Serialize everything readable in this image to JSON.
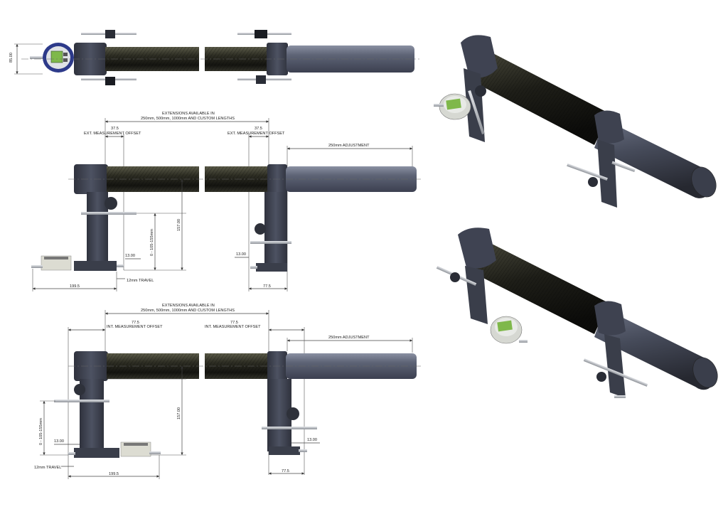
{
  "labels": {
    "top_height": "85.00",
    "ext_note_1": "EXTENSIONS AVAILABLE IN",
    "ext_note_2": "250mm, 500mm, 1000mm AND CUSTOM LENGTHS",
    "ext_offset_value": "37.5",
    "ext_offset_label": "EXT. MEASUREMENT OFFSET",
    "adjust_label": "250mm ADJUSTMENT",
    "dim_157": "157.00",
    "dim_range_ext": "0 - 105-155mm",
    "dim_13": "13.00",
    "travel": "12mm TRAVEL",
    "dim_1995": "199.5",
    "dim_775": "77.5",
    "int_offset_label": "INT. MEASUREMENT OFFSET",
    "dim_range_int": "0 - 105-155mm"
  },
  "colors": {
    "carbon_tube": "#2a2a22",
    "steel_tube": "#505566",
    "housing": "#3e4250",
    "gauge_screen": "#7fb84a",
    "gauge_face": "#dfe2e5",
    "rod": "#b5b8bd"
  }
}
